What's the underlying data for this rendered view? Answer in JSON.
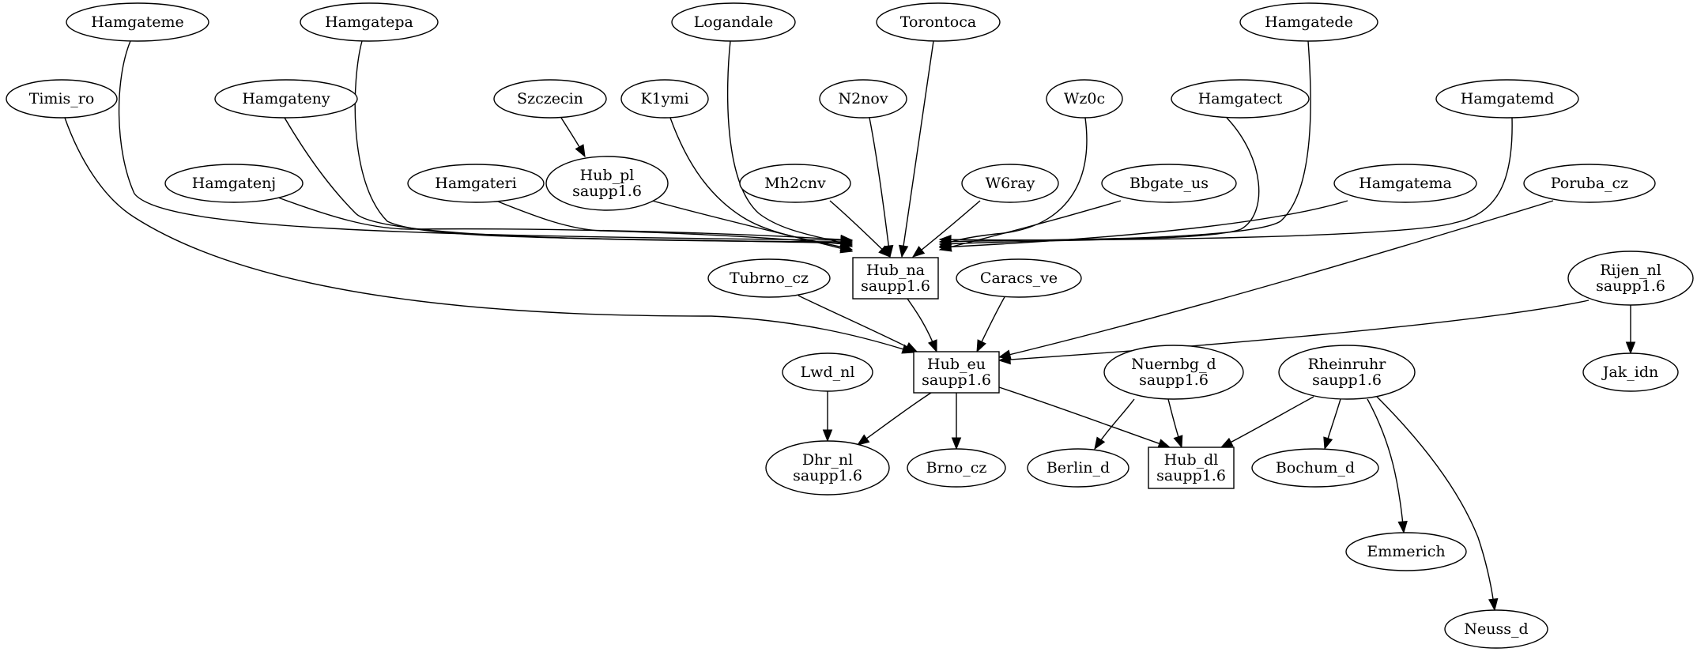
{
  "diagram": {
    "type": "directed-graph",
    "nodes": [
      {
        "id": "hamgateme",
        "lines": [
          "Hamgateme"
        ],
        "shape": "ellipse"
      },
      {
        "id": "hamgatepa",
        "lines": [
          "Hamgatepa"
        ],
        "shape": "ellipse"
      },
      {
        "id": "logandale",
        "lines": [
          "Logandale"
        ],
        "shape": "ellipse"
      },
      {
        "id": "torontoca",
        "lines": [
          "Torontoca"
        ],
        "shape": "ellipse"
      },
      {
        "id": "hamgatede",
        "lines": [
          "Hamgatede"
        ],
        "shape": "ellipse"
      },
      {
        "id": "timis_ro",
        "lines": [
          "Timis_ro"
        ],
        "shape": "ellipse"
      },
      {
        "id": "hamgateny",
        "lines": [
          "Hamgateny"
        ],
        "shape": "ellipse"
      },
      {
        "id": "szczecin",
        "lines": [
          "Szczecin"
        ],
        "shape": "ellipse"
      },
      {
        "id": "k1ymi",
        "lines": [
          "K1ymi"
        ],
        "shape": "ellipse"
      },
      {
        "id": "n2nov",
        "lines": [
          "N2nov"
        ],
        "shape": "ellipse"
      },
      {
        "id": "wz0c",
        "lines": [
          "Wz0c"
        ],
        "shape": "ellipse"
      },
      {
        "id": "hamgatect",
        "lines": [
          "Hamgatect"
        ],
        "shape": "ellipse"
      },
      {
        "id": "hamgatemd",
        "lines": [
          "Hamgatemd"
        ],
        "shape": "ellipse"
      },
      {
        "id": "hamgatenj",
        "lines": [
          "Hamgatenj"
        ],
        "shape": "ellipse"
      },
      {
        "id": "hamgateri",
        "lines": [
          "Hamgateri"
        ],
        "shape": "ellipse"
      },
      {
        "id": "hub_pl",
        "lines": [
          "Hub_pl",
          "saupp1.6"
        ],
        "shape": "ellipse"
      },
      {
        "id": "mh2cnv",
        "lines": [
          "Mh2cnv"
        ],
        "shape": "ellipse"
      },
      {
        "id": "w6ray",
        "lines": [
          "W6ray"
        ],
        "shape": "ellipse"
      },
      {
        "id": "bbgate_us",
        "lines": [
          "Bbgate_us"
        ],
        "shape": "ellipse"
      },
      {
        "id": "hamgatema",
        "lines": [
          "Hamgatema"
        ],
        "shape": "ellipse"
      },
      {
        "id": "poruba_cz",
        "lines": [
          "Poruba_cz"
        ],
        "shape": "ellipse"
      },
      {
        "id": "hub_na",
        "lines": [
          "Hub_na",
          "saupp1.6"
        ],
        "shape": "box"
      },
      {
        "id": "tubrno_cz",
        "lines": [
          "Tubrno_cz"
        ],
        "shape": "ellipse"
      },
      {
        "id": "caracs_ve",
        "lines": [
          "Caracs_ve"
        ],
        "shape": "ellipse"
      },
      {
        "id": "rijen_nl",
        "lines": [
          "Rijen_nl",
          "saupp1.6"
        ],
        "shape": "ellipse"
      },
      {
        "id": "hub_eu",
        "lines": [
          "Hub_eu",
          "saupp1.6"
        ],
        "shape": "box"
      },
      {
        "id": "lwd_nl",
        "lines": [
          "Lwd_nl"
        ],
        "shape": "ellipse"
      },
      {
        "id": "nuernbg_d",
        "lines": [
          "Nuernbg_d",
          "saupp1.6"
        ],
        "shape": "ellipse"
      },
      {
        "id": "rheinruhr",
        "lines": [
          "Rheinruhr",
          "saupp1.6"
        ],
        "shape": "ellipse"
      },
      {
        "id": "jak_idn",
        "lines": [
          "Jak_idn"
        ],
        "shape": "ellipse"
      },
      {
        "id": "dhr_nl",
        "lines": [
          "Dhr_nl",
          "saupp1.6"
        ],
        "shape": "ellipse"
      },
      {
        "id": "brno_cz",
        "lines": [
          "Brno_cz"
        ],
        "shape": "ellipse"
      },
      {
        "id": "berlin_d",
        "lines": [
          "Berlin_d"
        ],
        "shape": "ellipse"
      },
      {
        "id": "hub_dl",
        "lines": [
          "Hub_dl",
          "saupp1.6"
        ],
        "shape": "box"
      },
      {
        "id": "bochum_d",
        "lines": [
          "Bochum_d"
        ],
        "shape": "ellipse"
      },
      {
        "id": "emmerich",
        "lines": [
          "Emmerich"
        ],
        "shape": "ellipse"
      },
      {
        "id": "neuss_d",
        "lines": [
          "Neuss_d"
        ],
        "shape": "ellipse"
      }
    ],
    "edges": [
      {
        "from": "hamgateme",
        "to": "hub_na"
      },
      {
        "from": "hamgatepa",
        "to": "hub_na"
      },
      {
        "from": "logandale",
        "to": "hub_na"
      },
      {
        "from": "torontoca",
        "to": "hub_na"
      },
      {
        "from": "hamgatede",
        "to": "hub_na"
      },
      {
        "from": "hamgateny",
        "to": "hub_na"
      },
      {
        "from": "k1ymi",
        "to": "hub_na"
      },
      {
        "from": "n2nov",
        "to": "hub_na"
      },
      {
        "from": "wz0c",
        "to": "hub_na"
      },
      {
        "from": "hamgatect",
        "to": "hub_na"
      },
      {
        "from": "hamgatemd",
        "to": "hub_na"
      },
      {
        "from": "hamgatenj",
        "to": "hub_na"
      },
      {
        "from": "hamgateri",
        "to": "hub_na"
      },
      {
        "from": "hub_pl",
        "to": "hub_na"
      },
      {
        "from": "mh2cnv",
        "to": "hub_na"
      },
      {
        "from": "w6ray",
        "to": "hub_na"
      },
      {
        "from": "bbgate_us",
        "to": "hub_na"
      },
      {
        "from": "hamgatema",
        "to": "hub_na"
      },
      {
        "from": "szczecin",
        "to": "hub_pl"
      },
      {
        "from": "timis_ro",
        "to": "hub_eu"
      },
      {
        "from": "hub_na",
        "to": "hub_eu"
      },
      {
        "from": "tubrno_cz",
        "to": "hub_eu"
      },
      {
        "from": "caracs_ve",
        "to": "hub_eu"
      },
      {
        "from": "poruba_cz",
        "to": "hub_eu"
      },
      {
        "from": "rijen_nl",
        "to": "hub_eu"
      },
      {
        "from": "rijen_nl",
        "to": "jak_idn"
      },
      {
        "from": "lwd_nl",
        "to": "dhr_nl"
      },
      {
        "from": "hub_eu",
        "to": "dhr_nl"
      },
      {
        "from": "hub_eu",
        "to": "brno_cz"
      },
      {
        "from": "hub_eu",
        "to": "hub_dl"
      },
      {
        "from": "nuernbg_d",
        "to": "berlin_d"
      },
      {
        "from": "nuernbg_d",
        "to": "hub_dl"
      },
      {
        "from": "rheinruhr",
        "to": "hub_dl"
      },
      {
        "from": "rheinruhr",
        "to": "bochum_d"
      },
      {
        "from": "rheinruhr",
        "to": "emmerich"
      },
      {
        "from": "rheinruhr",
        "to": "neuss_d"
      }
    ]
  }
}
